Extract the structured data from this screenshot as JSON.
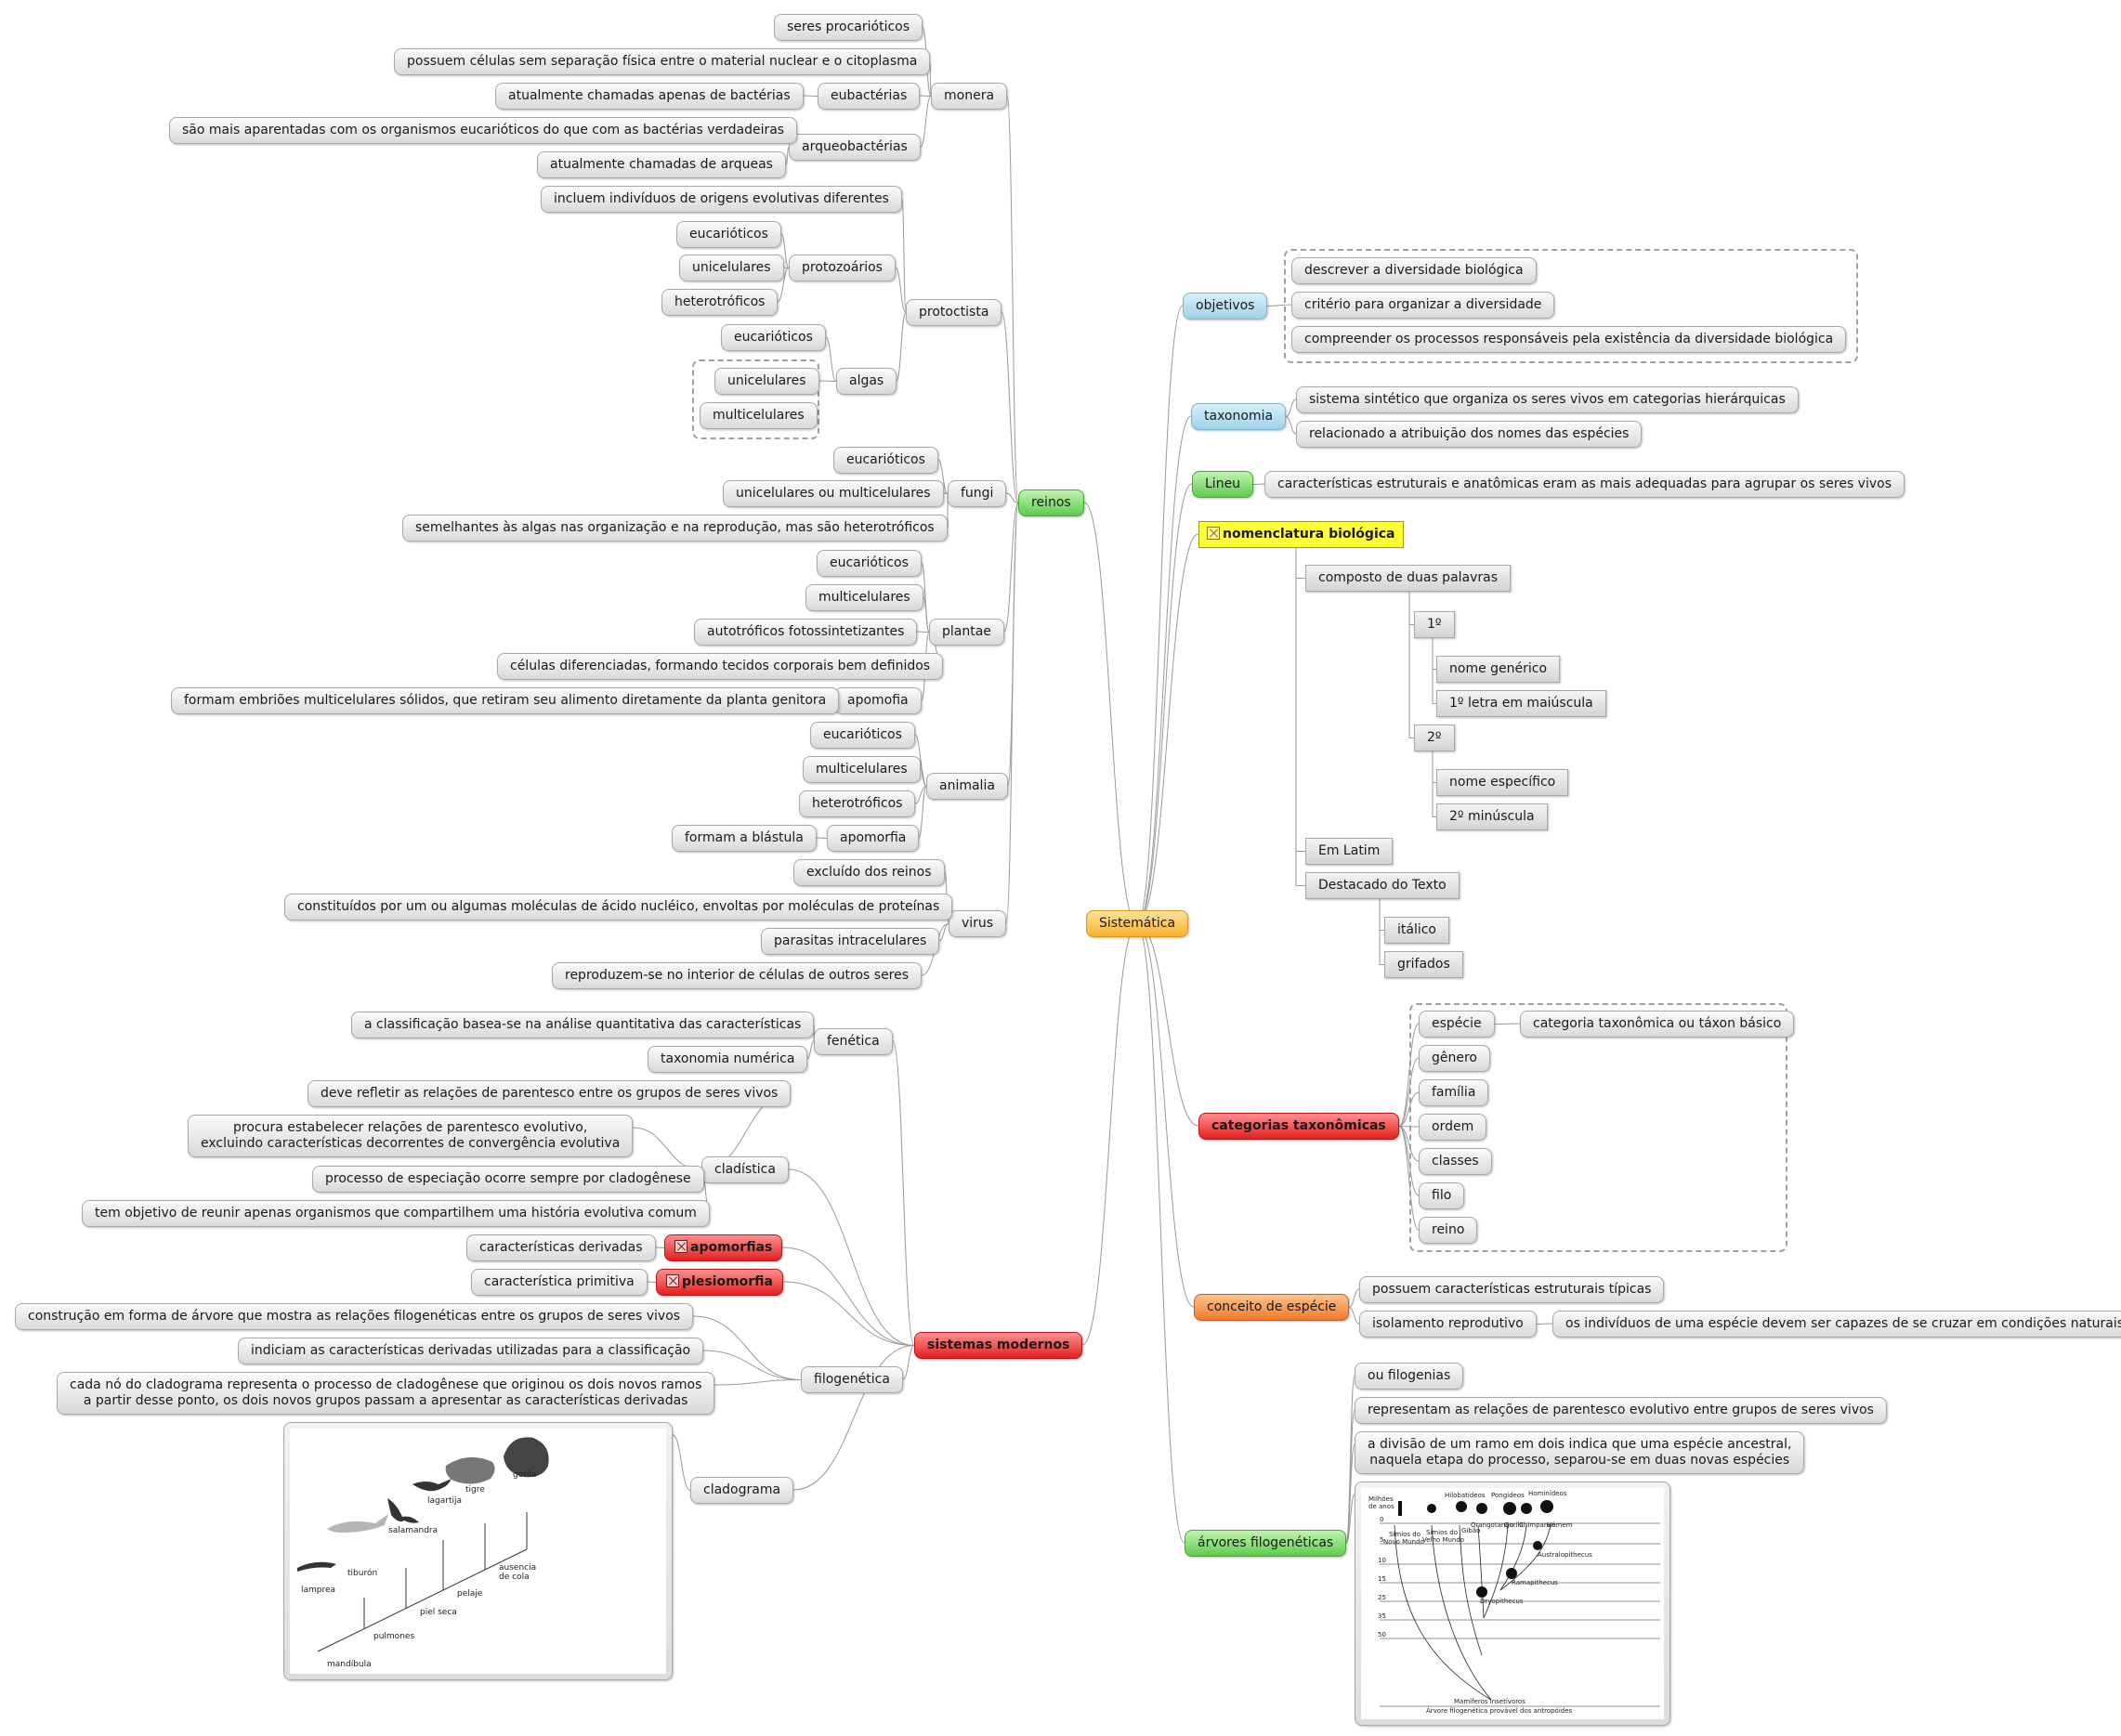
{
  "root": "Sistemática",
  "reinos": {
    "label": "reinos",
    "monera": {
      "label": "monera",
      "seres": "seres procarióticos",
      "celulas": "possuem células sem separação física entre o material nuclear e o citoplasma",
      "eubacterias": "eubactérias",
      "eub_child": "atualmente chamadas apenas de bactérias",
      "arqueobacterias": "arqueobactérias",
      "arq_child1": "são mais aparentadas com os organismos eucarióticos do que com as bactérias verdadeiras",
      "arq_child2": "atualmente chamadas de arqueas"
    },
    "protoctista": {
      "label": "protoctista",
      "incluem": "incluem indivíduos de origens evolutivas diferentes",
      "protozoarios": "protozoários",
      "pz": [
        "eucarióticos",
        "unicelulares",
        "heterotróficos"
      ],
      "algas": "algas",
      "al_euc": "eucarióticos",
      "al_group": [
        "unicelulares",
        "multicelulares"
      ]
    },
    "fungi": {
      "label": "fungi",
      "items": [
        "eucarióticos",
        "unicelulares ou multicelulares",
        "semelhantes às algas nas organização e na reprodução, mas são heterotróficos"
      ]
    },
    "plantae": {
      "label": "plantae",
      "items": [
        "eucarióticos",
        "multicelulares",
        "autotróficos fotossintetizantes",
        "células diferenciadas, formando tecidos corporais bem definidos"
      ],
      "apomorfia": "apomofia",
      "apo_child": "formam embriões multicelulares sólidos, que retiram seu alimento diretamente da planta genitora"
    },
    "animalia": {
      "label": "animalia",
      "items": [
        "eucarióticos",
        "multicelulares",
        "heterotróficos"
      ],
      "apomorfia": "apomorfia",
      "apo_child": "formam a blástula"
    },
    "virus": {
      "label": "virus",
      "items": [
        "excluído dos reinos",
        "constituídos por um ou algumas moléculas de ácido nucléico, envoltas por moléculas de proteínas",
        "parasitas intracelulares",
        "reproduzem-se no interior de células de outros seres"
      ]
    }
  },
  "sistemas": {
    "label": "sistemas modernos",
    "fenetica": {
      "label": "fenética",
      "items": [
        "a classificação basea-se na análise quantitativa das características",
        "taxonomia numérica"
      ]
    },
    "cladistica": {
      "label": "cladística",
      "items": [
        "deve refletir as relações de parentesco entre os grupos de seres vivos",
        "procura estabelecer relações de parentesco evolutivo,\nexcluindo características decorrentes de convergência evolutiva",
        "processo de especiação ocorre sempre por cladogênese",
        "tem objetivo de reunir apenas organismos que compartilhem uma história evolutiva comum"
      ]
    },
    "apomorfias": {
      "label": "apomorfias",
      "child": "características derivadas"
    },
    "plesiomorfia": {
      "label": "plesiomorfia",
      "child": "característica primitiva"
    },
    "filogenetica": {
      "label": "filogenética",
      "items": [
        "construção em forma de árvore que mostra as relações filogenéticas entre os grupos de seres vivos",
        "indiciam as características derivadas utilizadas para a classificação",
        "cada nó do cladograma representa o processo de cladogênese que originou os dois novos ramos\na partir desse ponto, os dois novos grupos passam a apresentar as características derivadas"
      ]
    },
    "cladograma": {
      "label": "cladograma",
      "image": {
        "taxa": [
          "lamprea",
          "tiburón",
          "salamandra",
          "lagartija",
          "tigre",
          "gorila"
        ],
        "traits": [
          "mandíbula",
          "pulmones",
          "piel seca",
          "pelaje",
          "ausencia\nde cola"
        ]
      }
    }
  },
  "objetivos": {
    "label": "objetivos",
    "items": [
      "descrever a diversidade biológica",
      "critério para organizar a diversidade",
      "compreender os processos responsáveis pela existência da diversidade biológica"
    ]
  },
  "taxonomia": {
    "label": "taxonomia",
    "items": [
      "sistema sintético que organiza os seres vivos em categorias hierárquicas",
      "relacionado a atribuição dos nomes das espécies"
    ]
  },
  "lineu": {
    "label": "Lineu",
    "child": "características estruturais e anatômicas eram as mais adequadas para agrupar os seres vivos"
  },
  "nomenclatura": {
    "label": "nomenclatura biológica",
    "composto": "composto de duas palavras",
    "primeiro": "1º",
    "p_items": [
      "nome genérico",
      "1º letra em maiúscula"
    ],
    "segundo": "2º",
    "s_items": [
      "nome específico",
      "2º minúscula"
    ],
    "latim": "Em Latim",
    "destacado": "Destacado do Texto",
    "d_items": [
      "itálico",
      "grifados"
    ]
  },
  "categorias": {
    "label": "categorias taxonômicas",
    "especie": "espécie",
    "especie_child": "categoria taxonômica ou táxon básico",
    "items": [
      "gênero",
      "família",
      "ordem",
      "classes",
      "filo",
      "reino"
    ]
  },
  "conceito": {
    "label": "conceito de espécie",
    "items": [
      "possuem características estruturais típicas",
      "isolamento reprodutivo"
    ],
    "iso_child": "os indivíduos de uma espécie devem ser capazes de se cruzar em condições naturais"
  },
  "arvores": {
    "label": "árvores filogenéticas",
    "items": [
      "ou filogenias",
      "representam as relações de parentesco evolutivo entre grupos de seres vivos",
      "a divisão de um ramo em dois indica que uma espécie ancestral,\nnaquela etapa do processo, separou-se em duas novas espécies"
    ],
    "image": {
      "y_title": "Milhões\nde anos",
      "ticks": [
        "0",
        "5",
        "10",
        "15",
        "25",
        "35",
        "50"
      ],
      "groups": [
        "Hilobatídeos",
        "Pongídeos",
        "Hominídeos"
      ],
      "taxa": [
        "Símios do\nNovo Mundo",
        "Símios do\nVelho Mundo",
        "Gibão",
        "Orangotango",
        "Gorila",
        "Chimpanzé",
        "Homem"
      ],
      "fossils": [
        "Australopithecus",
        "Ramapithecus",
        "Dryopithecus"
      ],
      "base": "Mamíferos insetívoros",
      "caption": "Árvore filogenética provável dos antropóides"
    }
  }
}
